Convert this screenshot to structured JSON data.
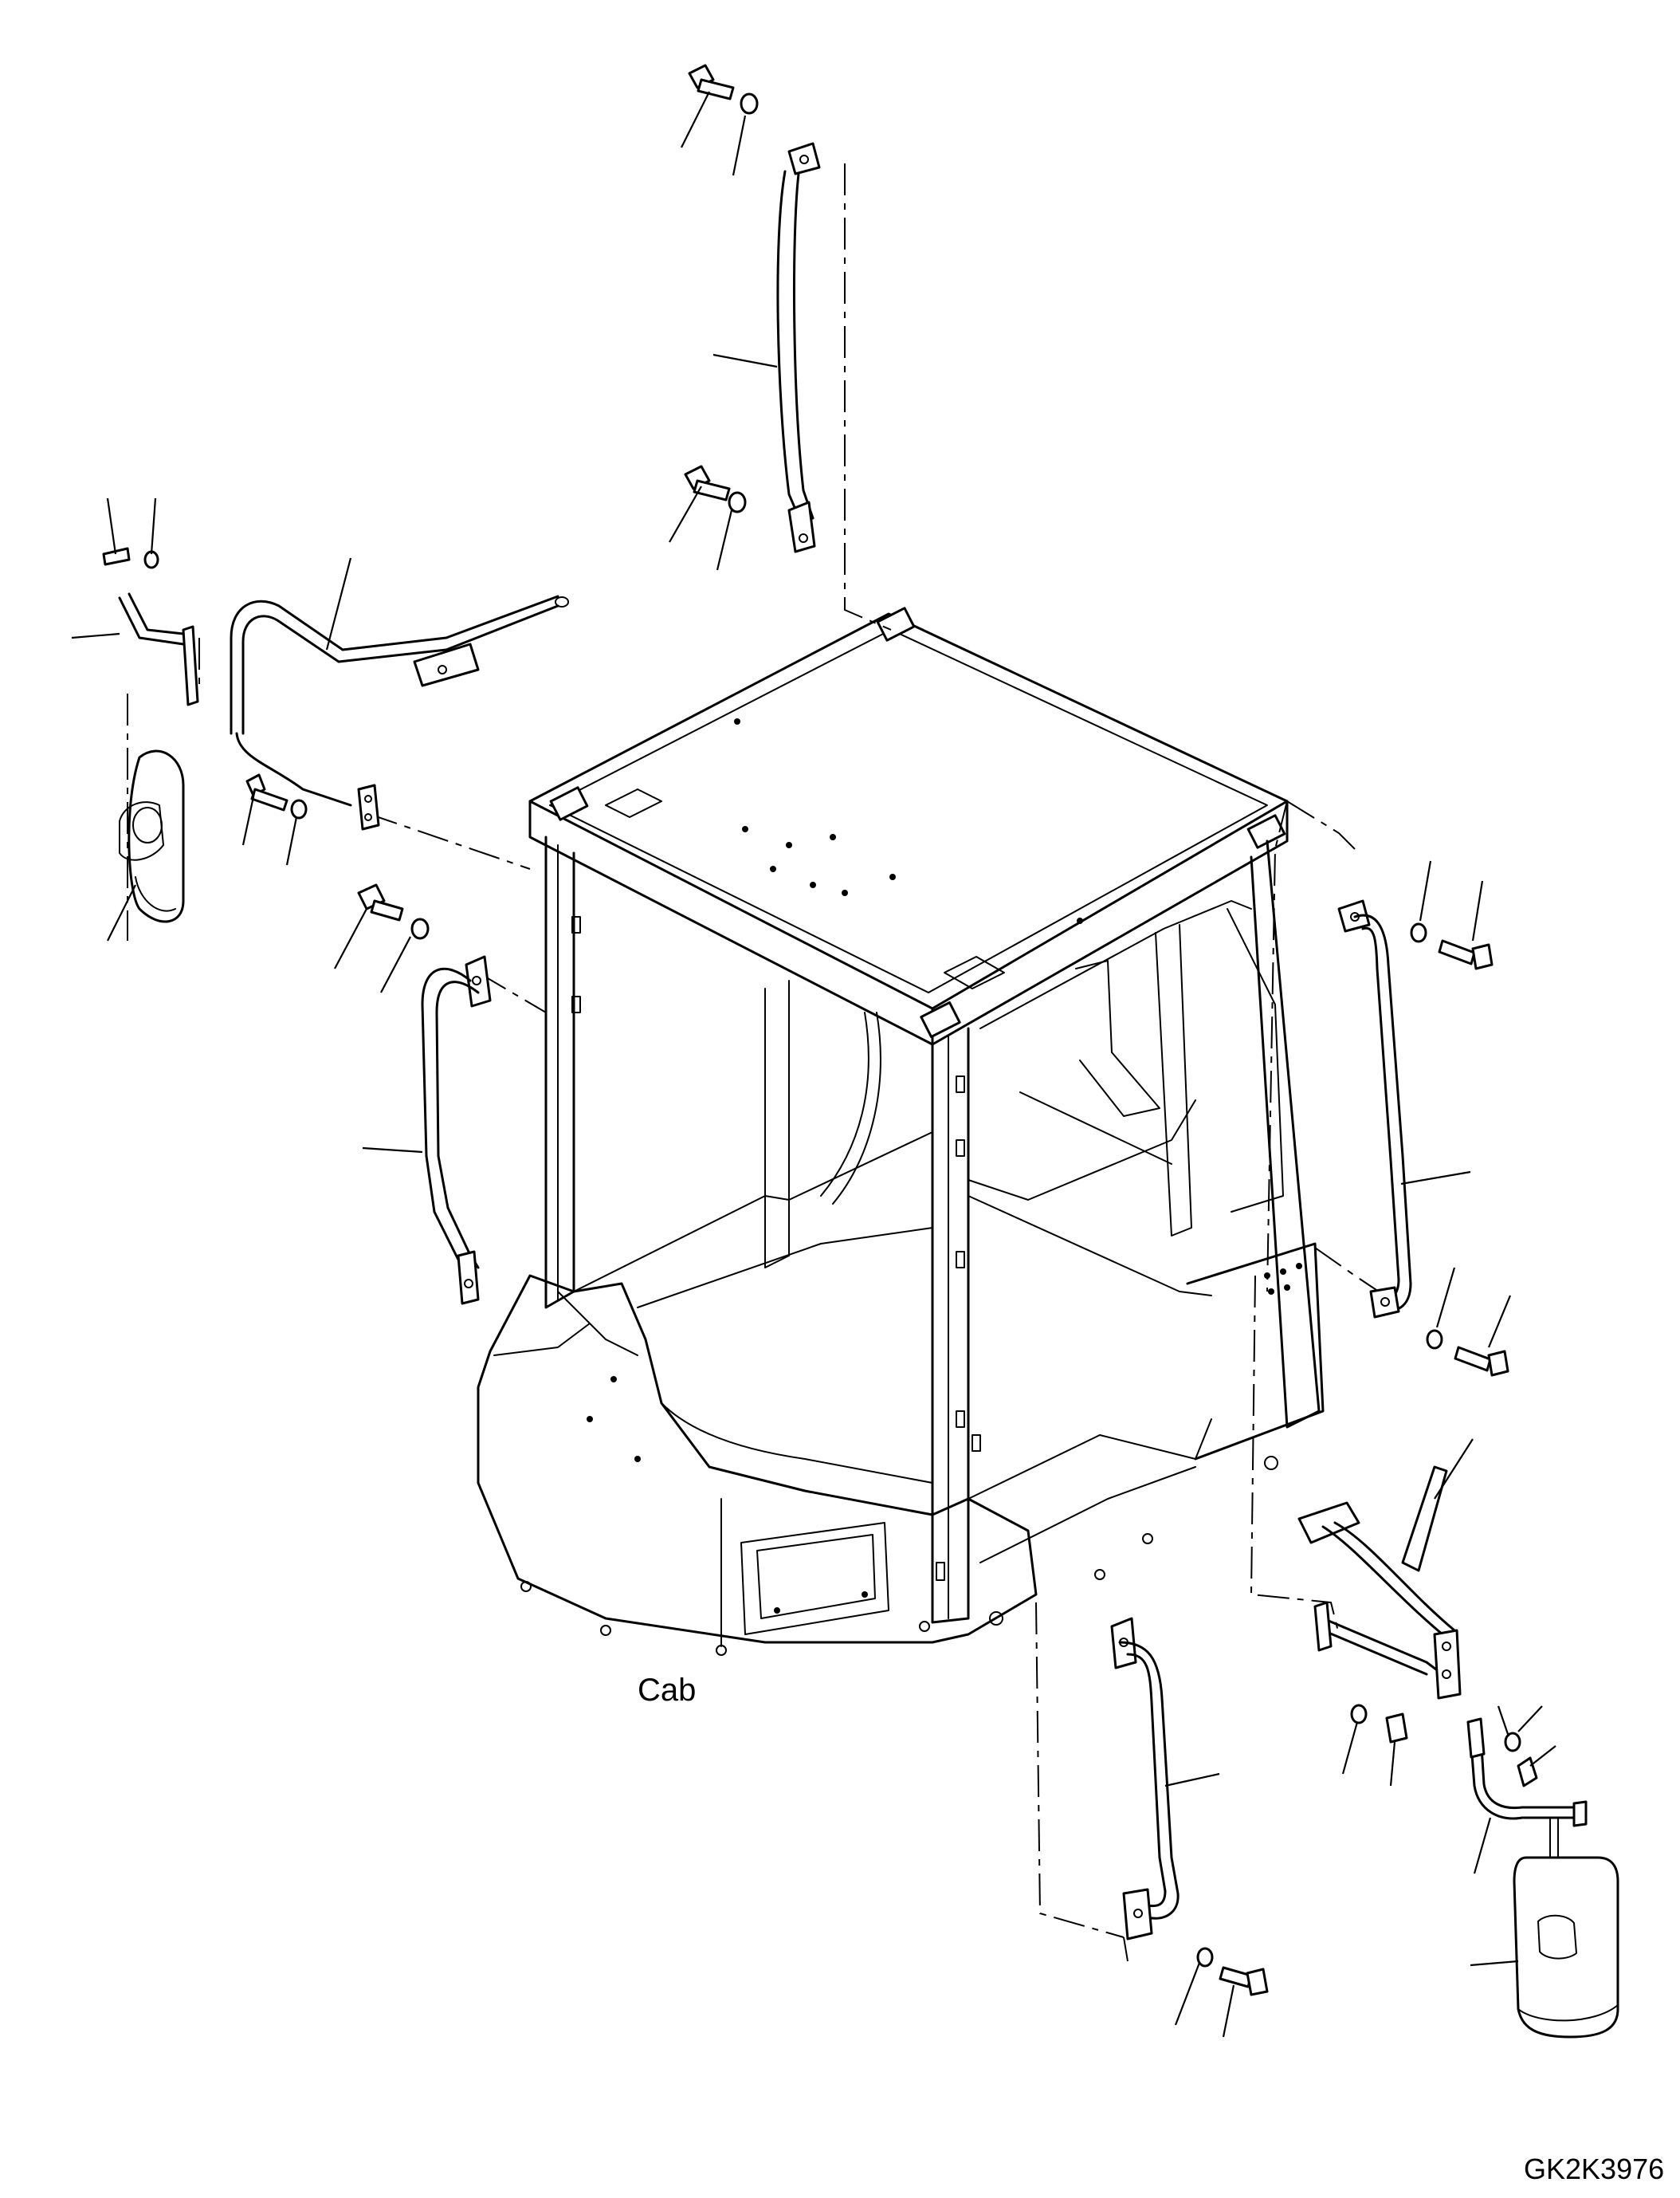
{
  "diagram": {
    "cab_label": "Cab",
    "drawing_code": "GK2K3976",
    "colors": {
      "ink": "#000000",
      "paper": "#ffffff"
    },
    "parts": [
      "cab-frame",
      "top-handrail",
      "left-upper-mirror-stay",
      "left-mirror",
      "left-front-handrail",
      "right-rear-handrail",
      "right-lower-mirror-stay",
      "right-mirror",
      "front-lower-handrail",
      "bolts",
      "washers"
    ]
  }
}
